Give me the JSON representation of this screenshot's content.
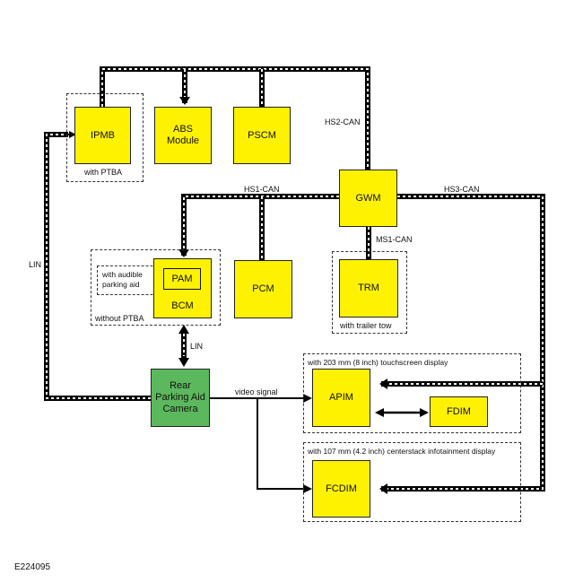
{
  "modules": {
    "ipmb": "IPMB",
    "abs": "ABS\nModule",
    "pscm": "PSCM",
    "gwm": "GWM",
    "bcm": "BCM",
    "pam": "PAM",
    "pcm": "PCM",
    "trm": "TRM",
    "camera": "Rear\nParking Aid\nCamera",
    "apim": "APIM",
    "fdim": "FDIM",
    "fcdim": "FCDIM"
  },
  "group_labels": {
    "with_ptba": "with PTBA",
    "without_ptba": "without PTBA",
    "audible_parking_aid": "with audible\nparking aid",
    "trailer_tow": "with trailer tow",
    "touchscreen": "with 203 mm (8 inch) touchscreen display",
    "centerstack": "with 107 mm (4.2 inch) centerstack infotainment display"
  },
  "bus_labels": {
    "hs2": "HS2-CAN",
    "hs1": "HS1-CAN",
    "hs3": "HS3-CAN",
    "ms1": "MS1-CAN",
    "lin_left": "LIN",
    "lin_bcm": "LIN",
    "video": "video signal"
  },
  "figure_id": "E224095",
  "colors": {
    "module": "#fff200",
    "camera": "#5cb85c",
    "bus": "#000000"
  }
}
